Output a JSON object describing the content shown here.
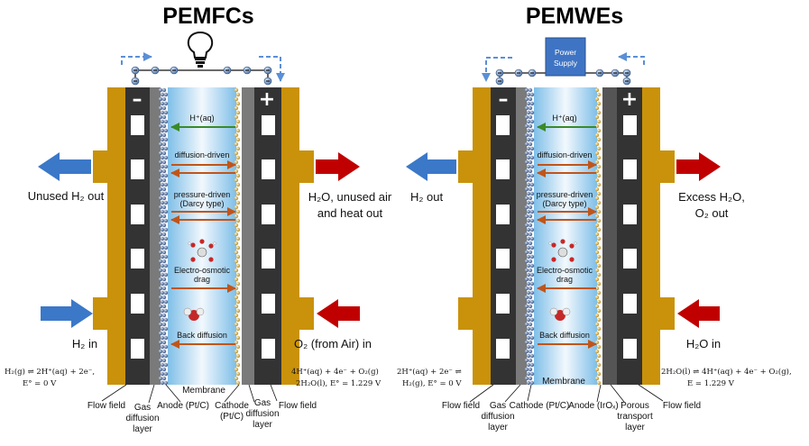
{
  "fuel_cell": {
    "title": "PEMFCs",
    "left_out": "Unused H₂ out",
    "left_in": "H₂ in",
    "right_out_1": "H₂O, unused air",
    "right_out_2": "and heat out",
    "right_in": "O₂ (from Air) in",
    "proton": "H⁺(aq)",
    "diffusion": "diffusion-driven",
    "pressure_1": "pressure-driven",
    "pressure_2": "(Darcy type)",
    "eo_1": "Electro-osmotic",
    "eo_2": "drag",
    "back": "Back diffusion",
    "eq_left_1": "H₂(g) ⇌ 2H⁺(aq) + 2e⁻,",
    "eq_left_2": "E° = 0 V",
    "eq_right_1": "4H⁺(aq) + 4e⁻ + O₂(g)",
    "eq_right_2": "2H₂O(l), E° = 1.229 V",
    "lab_flow_left": "Flow field",
    "lab_gdl_left_1": "Gas",
    "lab_gdl_left_2": "diffusion",
    "lab_gdl_left_3": "layer",
    "lab_anode": "Anode (Pt/C)",
    "lab_membrane": "Membrane",
    "lab_cathode_1": "Cathode",
    "lab_cathode_2": "(Pt/C)",
    "lab_gdl_right_1": "Gas",
    "lab_gdl_right_2": "diffusion",
    "lab_gdl_right_3": "layer",
    "lab_flow_right": "Flow field",
    "minus": "–",
    "plus": "+"
  },
  "electrolyzer": {
    "title": "PEMWEs",
    "power": "Power",
    "supply": "Supply",
    "left_out": "H₂ out",
    "right_out_1": "Excess H₂O,",
    "right_out_2": "O₂ out",
    "right_in": "H₂O in",
    "proton": "H⁺(aq)",
    "diffusion": "diffusion-driven",
    "pressure_1": "pressure-driven",
    "pressure_2": "(Darcy type)",
    "eo_1": "Electro-osmotic",
    "eo_2": "drag",
    "back": "Back diffusion",
    "eq_left_1": "2H⁺(aq) + 2e⁻ ⇌",
    "eq_left_2": "H₂(g), E° = 0 V",
    "eq_right_1": "2H₂O(l) ⇌ 4H⁺(aq) + 4e⁻ + O₂(g),",
    "eq_right_2": "E = 1.229 V",
    "lab_flow_left": "Flow field",
    "lab_gdl_1": "Gas",
    "lab_gdl_2": "diffusion",
    "lab_gdl_3": "layer",
    "lab_cathode": "Cathode (Pt/C)",
    "lab_membrane": "Membrane",
    "lab_anode": "Anode (IrOₓ)",
    "lab_ptl_1": "Porous",
    "lab_ptl_2": "transport",
    "lab_ptl_3": "layer",
    "lab_flow_right": "Flow field",
    "minus": "–",
    "plus": "+"
  },
  "colors": {
    "gold": "#c9920a",
    "flow_dark": "#333333",
    "gdl_gray": "#7a7a7a",
    "anode_blue": "#4a6fa5",
    "cathode_gold": "#d8b24a",
    "membrane_light": "#e6f2fb",
    "membrane_dark": "#8ec6ea",
    "arrow_blue": "#3b78c8",
    "arrow_red": "#c00000",
    "arrow_green": "#3a8a2a",
    "arrow_orange": "#c0551a",
    "wire_dashed": "#5b8fd6",
    "psu_blue": "#3f74c4"
  }
}
